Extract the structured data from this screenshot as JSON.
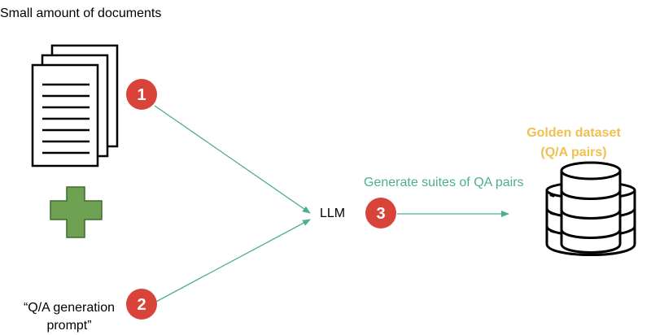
{
  "labels": {
    "documents_title": "Small amount of documents",
    "llm": "LLM",
    "generate": "Generate suites of QA pairs",
    "prompt_line1": "“Q/A generation",
    "prompt_line2": "prompt”",
    "golden_line1": "Golden dataset",
    "golden_line2": "(Q/A pairs)"
  },
  "badges": [
    {
      "number": "1"
    },
    {
      "number": "2"
    },
    {
      "number": "3"
    }
  ],
  "colors": {
    "badge": "#d9443a",
    "arrow": "#4caf8e",
    "plus_fill": "#6fa153",
    "plus_stroke": "#3f6b2e",
    "golden": "#f0c050",
    "icon_stroke": "#000000"
  },
  "icons": {
    "documents": "documents-stack-icon",
    "plus": "plus-icon",
    "database": "database-icon"
  }
}
